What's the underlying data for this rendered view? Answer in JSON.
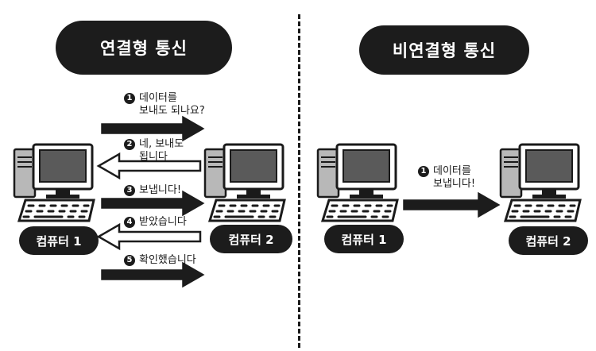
{
  "left_panel": {
    "title": "연결형 통신",
    "computer1_label": "컴퓨터 1",
    "computer2_label": "컴퓨터 2",
    "messages": [
      {
        "num": "1",
        "lines": [
          "데이터를",
          "보내도 되나요?"
        ],
        "direction": "right"
      },
      {
        "num": "2",
        "lines": [
          "네, 보내도",
          "됩니다"
        ],
        "direction": "left"
      },
      {
        "num": "3",
        "lines": [
          "보냅니다!"
        ],
        "direction": "right"
      },
      {
        "num": "4",
        "lines": [
          "받았습니다"
        ],
        "direction": "left"
      },
      {
        "num": "5",
        "lines": [
          "확인했습니다"
        ],
        "direction": "right"
      }
    ]
  },
  "right_panel": {
    "title": "비연결형 통신",
    "computer1_label": "컴퓨터 1",
    "computer2_label": "컴퓨터 2",
    "messages": [
      {
        "num": "1",
        "lines": [
          "데이터를",
          "보냅니다!"
        ],
        "direction": "right"
      }
    ]
  },
  "icons": [
    "computer-icon"
  ],
  "colors": {
    "dark": "#1c1c1c",
    "screen": "#5a5a5a",
    "case": "#b8b8b8"
  }
}
